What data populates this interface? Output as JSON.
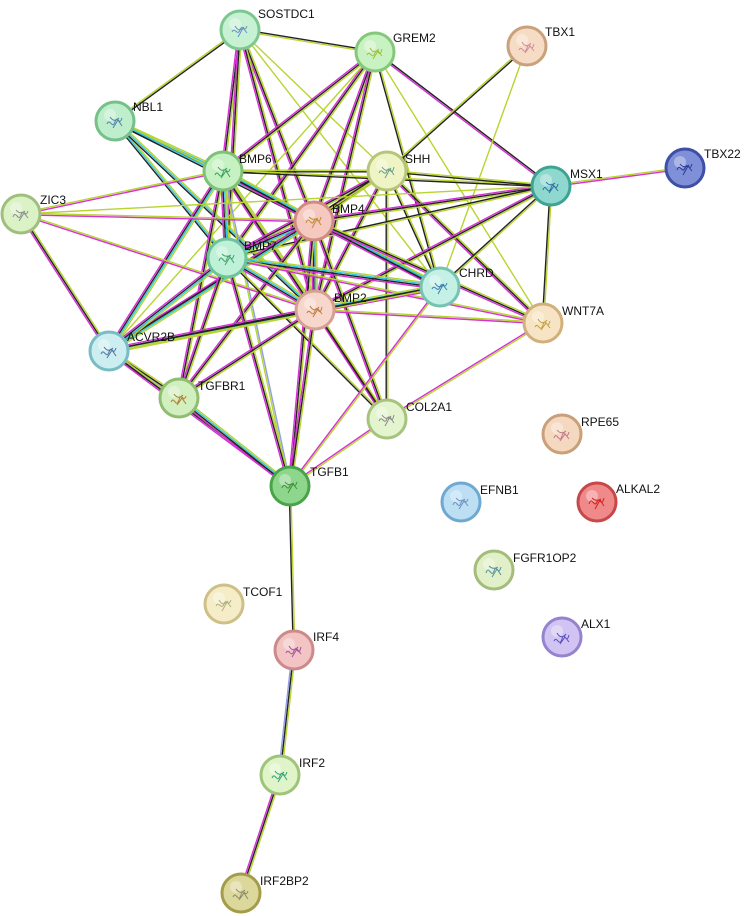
{
  "nodes": [
    {
      "id": "SOSTDC1",
      "label": "SOSTDC1",
      "fill": "#c6f1d3",
      "stroke": "#7cc890",
      "glyph": "#6a8fc9"
    },
    {
      "id": "GREM2",
      "label": "GREM2",
      "fill": "#c9f2c2",
      "stroke": "#84c97a",
      "glyph": "#9fbf3a"
    },
    {
      "id": "TBX1",
      "label": "TBX1",
      "fill": "#f6dcc4",
      "stroke": "#caa17d",
      "glyph": "#d08aa0"
    },
    {
      "id": "NBL1",
      "label": "NBL1",
      "fill": "#bfeecd",
      "stroke": "#76c08a",
      "glyph": "#4f7fb0"
    },
    {
      "id": "BMP6",
      "label": "BMP6",
      "fill": "#c6f1c2",
      "stroke": "#7fc277",
      "glyph": "#3f9f5f"
    },
    {
      "id": "SHH",
      "label": "SHH",
      "fill": "#eef4c4",
      "stroke": "#b7c47a",
      "glyph": "#6aa08a"
    },
    {
      "id": "MSX1",
      "label": "MSX1",
      "fill": "#8fd8cf",
      "stroke": "#3fa393",
      "glyph": "#2e6fa0"
    },
    {
      "id": "TBX22",
      "label": "TBX22",
      "fill": "#7f8fd8",
      "stroke": "#3d4fa6",
      "glyph": "#2a3a90"
    },
    {
      "id": "ZIC3",
      "label": "ZIC3",
      "fill": "#dbf1c6",
      "stroke": "#9fc07d",
      "glyph": "#8a8a8a"
    },
    {
      "id": "BMP4",
      "label": "BMP4",
      "fill": "#f6c9c0",
      "stroke": "#d08c80",
      "glyph": "#c08a30"
    },
    {
      "id": "BMP7",
      "label": "BMP7",
      "fill": "#bff0d8",
      "stroke": "#6dc39a",
      "glyph": "#3f9f6a"
    },
    {
      "id": "CHRD",
      "label": "CHRD",
      "fill": "#c4f0e6",
      "stroke": "#74c4b0",
      "glyph": "#3f7fb0"
    },
    {
      "id": "BMP2",
      "label": "BMP2",
      "fill": "#f7d6cc",
      "stroke": "#d5a092",
      "glyph": "#c07a40"
    },
    {
      "id": "WNT7A",
      "label": "WNT7A",
      "fill": "#f7e4c4",
      "stroke": "#d1b07c",
      "glyph": "#c0a040"
    },
    {
      "id": "ACVR2B",
      "label": "ACVR2B",
      "fill": "#cdeef0",
      "stroke": "#78bcc4",
      "glyph": "#4f6fa0"
    },
    {
      "id": "TGFBR1",
      "label": "TGFBR1",
      "fill": "#d2efbf",
      "stroke": "#8fbd72",
      "glyph": "#b07a30"
    },
    {
      "id": "COL2A1",
      "label": "COL2A1",
      "fill": "#e3f4cf",
      "stroke": "#a6c47e",
      "glyph": "#8a8a8a"
    },
    {
      "id": "RPE65",
      "label": "RPE65",
      "fill": "#f5d8c0",
      "stroke": "#c9a07a",
      "glyph": "#c07a8a"
    },
    {
      "id": "TGFB1",
      "label": "TGFB1",
      "fill": "#8ed68b",
      "stroke": "#4aa34a",
      "glyph": "#3f8f3f"
    },
    {
      "id": "EFNB1",
      "label": "EFNB1",
      "fill": "#bcdff4",
      "stroke": "#6fa9d1",
      "glyph": "#6f8fc0"
    },
    {
      "id": "ALKAL2",
      "label": "ALKAL2",
      "fill": "#f08a8a",
      "stroke": "#c64848",
      "glyph": "#d02020"
    },
    {
      "id": "FGFR1OP2",
      "label": "FGFR1OP2",
      "fill": "#e1f0c8",
      "stroke": "#a5bd7a",
      "glyph": "#4f8fa0"
    },
    {
      "id": "TCOF1",
      "label": "TCOF1",
      "fill": "#f5edc8",
      "stroke": "#cfc087",
      "glyph": "#b0b080"
    },
    {
      "id": "IRF4",
      "label": "IRF4",
      "fill": "#f3c4c4",
      "stroke": "#cc8a8a",
      "glyph": "#a050a0"
    },
    {
      "id": "ALX1",
      "label": "ALX1",
      "fill": "#d2c4f2",
      "stroke": "#9583cf",
      "glyph": "#5a4fc0"
    },
    {
      "id": "IRF2",
      "label": "IRF2",
      "fill": "#dff4c8",
      "stroke": "#9fc47a",
      "glyph": "#2f9f7a"
    },
    {
      "id": "IRF2BP2",
      "label": "IRF2BP2",
      "fill": "#dcd79a",
      "stroke": "#a39d4a",
      "glyph": "#8a8a6a"
    }
  ],
  "edges": [
    {
      "a": "SOSTDC1",
      "b": "NBL1",
      "colors": [
        "#222222",
        "#b8d430"
      ]
    },
    {
      "a": "SOSTDC1",
      "b": "GREM2",
      "colors": [
        "#222222",
        "#b8d430"
      ]
    },
    {
      "a": "SOSTDC1",
      "b": "BMP6",
      "colors": [
        "#b8d430",
        "#222222",
        "#d531d5"
      ]
    },
    {
      "a": "SOSTDC1",
      "b": "BMP4",
      "colors": [
        "#b8d430",
        "#222222",
        "#d531d5"
      ]
    },
    {
      "a": "SOSTDC1",
      "b": "BMP7",
      "colors": [
        "#b8d430",
        "#222222",
        "#d531d5"
      ]
    },
    {
      "a": "SOSTDC1",
      "b": "BMP2",
      "colors": [
        "#b8d430",
        "#222222",
        "#d531d5"
      ]
    },
    {
      "a": "SOSTDC1",
      "b": "SHH",
      "colors": [
        "#b8d430"
      ]
    },
    {
      "a": "SOSTDC1",
      "b": "CHRD",
      "colors": [
        "#b8d430"
      ]
    },
    {
      "a": "GREM2",
      "b": "BMP6",
      "colors": [
        "#b8d430",
        "#222222",
        "#d531d5"
      ]
    },
    {
      "a": "GREM2",
      "b": "BMP4",
      "colors": [
        "#b8d430",
        "#222222",
        "#d531d5"
      ]
    },
    {
      "a": "GREM2",
      "b": "BMP7",
      "colors": [
        "#b8d430",
        "#222222",
        "#d531d5"
      ]
    },
    {
      "a": "GREM2",
      "b": "BMP2",
      "colors": [
        "#b8d430",
        "#222222",
        "#d531d5"
      ]
    },
    {
      "a": "GREM2",
      "b": "MSX1",
      "colors": [
        "#222222",
        "#d531d5"
      ]
    },
    {
      "a": "GREM2",
      "b": "CHRD",
      "colors": [
        "#b8d430",
        "#222222"
      ]
    },
    {
      "a": "GREM2",
      "b": "ACVR2B",
      "colors": [
        "#b8d430"
      ]
    },
    {
      "a": "GREM2",
      "b": "WNT7A",
      "colors": [
        "#b8d430"
      ]
    },
    {
      "a": "TBX1",
      "b": "SHH",
      "colors": [
        "#222222",
        "#b8d430"
      ]
    },
    {
      "a": "TBX1",
      "b": "CHRD",
      "colors": [
        "#b8d430"
      ]
    },
    {
      "a": "NBL1",
      "b": "BMP6",
      "colors": [
        "#b8d430",
        "#31c8e0",
        "#222222"
      ]
    },
    {
      "a": "NBL1",
      "b": "BMP4",
      "colors": [
        "#b8d430",
        "#31c8e0",
        "#222222"
      ]
    },
    {
      "a": "NBL1",
      "b": "BMP7",
      "colors": [
        "#b8d430",
        "#31c8e0",
        "#222222"
      ]
    },
    {
      "a": "NBL1",
      "b": "BMP2",
      "colors": [
        "#b8d430",
        "#31c8e0",
        "#222222"
      ]
    },
    {
      "a": "BMP6",
      "b": "SHH",
      "colors": [
        "#b8d430",
        "#222222"
      ]
    },
    {
      "a": "BMP6",
      "b": "MSX1",
      "colors": [
        "#b8d430",
        "#222222"
      ]
    },
    {
      "a": "BMP6",
      "b": "BMP4",
      "colors": [
        "#b8d430",
        "#31c8e0",
        "#222222",
        "#d531d5"
      ]
    },
    {
      "a": "BMP6",
      "b": "BMP7",
      "colors": [
        "#b8d430",
        "#31c8e0",
        "#222222",
        "#d531d5"
      ]
    },
    {
      "a": "BMP6",
      "b": "BMP2",
      "colors": [
        "#b8d430",
        "#31c8e0",
        "#222222",
        "#d531d5"
      ]
    },
    {
      "a": "BMP6",
      "b": "CHRD",
      "colors": [
        "#b8d430",
        "#31c8e0",
        "#222222"
      ]
    },
    {
      "a": "BMP6",
      "b": "ACVR2B",
      "colors": [
        "#b8d430",
        "#31c8e0",
        "#222222",
        "#d531d5"
      ]
    },
    {
      "a": "BMP6",
      "b": "TGFBR1",
      "colors": [
        "#b8d430",
        "#222222",
        "#d531d5"
      ]
    },
    {
      "a": "BMP6",
      "b": "COL2A1",
      "colors": [
        "#b8d430",
        "#222222"
      ]
    },
    {
      "a": "BMP6",
      "b": "TGFB1",
      "colors": [
        "#8f9ee8",
        "#b8d430"
      ]
    },
    {
      "a": "SHH",
      "b": "MSX1",
      "colors": [
        "#b8d430",
        "#222222"
      ]
    },
    {
      "a": "SHH",
      "b": "BMP4",
      "colors": [
        "#b8d430",
        "#222222",
        "#d531d5"
      ]
    },
    {
      "a": "SHH",
      "b": "BMP7",
      "colors": [
        "#b8d430",
        "#222222",
        "#d531d5"
      ]
    },
    {
      "a": "SHH",
      "b": "BMP2",
      "colors": [
        "#b8d430",
        "#222222",
        "#d531d5"
      ]
    },
    {
      "a": "SHH",
      "b": "CHRD",
      "colors": [
        "#b8d430",
        "#222222"
      ]
    },
    {
      "a": "SHH",
      "b": "WNT7A",
      "colors": [
        "#b8d430",
        "#222222",
        "#d531d5"
      ]
    },
    {
      "a": "SHH",
      "b": "ACVR2B",
      "colors": [
        "#b8d430",
        "#222222"
      ]
    },
    {
      "a": "SHH",
      "b": "COL2A1",
      "colors": [
        "#b8d430",
        "#222222"
      ]
    },
    {
      "a": "MSX1",
      "b": "TBX22",
      "colors": [
        "#b8d430",
        "#d531d5"
      ]
    },
    {
      "a": "MSX1",
      "b": "BMP4",
      "colors": [
        "#b8d430",
        "#222222",
        "#d531d5"
      ]
    },
    {
      "a": "MSX1",
      "b": "BMP7",
      "colors": [
        "#b8d430",
        "#222222"
      ]
    },
    {
      "a": "MSX1",
      "b": "BMP2",
      "colors": [
        "#b8d430",
        "#222222",
        "#d531d5"
      ]
    },
    {
      "a": "MSX1",
      "b": "CHRD",
      "colors": [
        "#b8d430",
        "#222222"
      ]
    },
    {
      "a": "MSX1",
      "b": "WNT7A",
      "colors": [
        "#b8d430",
        "#222222"
      ]
    },
    {
      "a": "MSX1",
      "b": "ZIC3",
      "colors": [
        "#b8d430"
      ]
    },
    {
      "a": "ZIC3",
      "b": "BMP6",
      "colors": [
        "#b8d430",
        "#d531d5"
      ]
    },
    {
      "a": "ZIC3",
      "b": "BMP4",
      "colors": [
        "#b8d430",
        "#d531d5"
      ]
    },
    {
      "a": "ZIC3",
      "b": "ACVR2B",
      "colors": [
        "#b8d430",
        "#222222",
        "#d531d5"
      ]
    },
    {
      "a": "ZIC3",
      "b": "BMP2",
      "colors": [
        "#b8d430",
        "#d531d5"
      ]
    },
    {
      "a": "BMP4",
      "b": "BMP7",
      "colors": [
        "#b8d430",
        "#31c8e0",
        "#222222",
        "#d531d5"
      ]
    },
    {
      "a": "BMP4",
      "b": "BMP2",
      "colors": [
        "#b8d430",
        "#31c8e0",
        "#222222",
        "#d531d5"
      ]
    },
    {
      "a": "BMP4",
      "b": "CHRD",
      "colors": [
        "#b8d430",
        "#31c8e0",
        "#222222",
        "#d531d5"
      ]
    },
    {
      "a": "BMP4",
      "b": "WNT7A",
      "colors": [
        "#b8d430",
        "#222222",
        "#d531d5"
      ]
    },
    {
      "a": "BMP4",
      "b": "ACVR2B",
      "colors": [
        "#b8d430",
        "#31c8e0",
        "#222222",
        "#d531d5"
      ]
    },
    {
      "a": "BMP4",
      "b": "TGFBR1",
      "colors": [
        "#b8d430",
        "#222222",
        "#d531d5"
      ]
    },
    {
      "a": "BMP4",
      "b": "COL2A1",
      "colors": [
        "#b8d430",
        "#222222",
        "#d531d5"
      ]
    },
    {
      "a": "BMP4",
      "b": "TGFB1",
      "colors": [
        "#b8d430",
        "#222222",
        "#d531d5"
      ]
    },
    {
      "a": "BMP7",
      "b": "BMP2",
      "colors": [
        "#b8d430",
        "#31c8e0",
        "#222222",
        "#d531d5"
      ]
    },
    {
      "a": "BMP7",
      "b": "CHRD",
      "colors": [
        "#b8d430",
        "#31c8e0",
        "#222222",
        "#d531d5"
      ]
    },
    {
      "a": "BMP7",
      "b": "ACVR2B",
      "colors": [
        "#b8d430",
        "#31c8e0",
        "#222222",
        "#d531d5"
      ]
    },
    {
      "a": "BMP7",
      "b": "TGFBR1",
      "colors": [
        "#b8d430",
        "#222222",
        "#d531d5"
      ]
    },
    {
      "a": "BMP7",
      "b": "COL2A1",
      "colors": [
        "#b8d430",
        "#222222"
      ]
    },
    {
      "a": "BMP7",
      "b": "TGFB1",
      "colors": [
        "#b8d430",
        "#222222",
        "#d531d5"
      ]
    },
    {
      "a": "BMP7",
      "b": "WNT7A",
      "colors": [
        "#b8d430",
        "#d531d5"
      ]
    },
    {
      "a": "BMP2",
      "b": "CHRD",
      "colors": [
        "#b8d430",
        "#31c8e0",
        "#222222",
        "#d531d5"
      ]
    },
    {
      "a": "BMP2",
      "b": "WNT7A",
      "colors": [
        "#b8d430",
        "#d531d5"
      ]
    },
    {
      "a": "BMP2",
      "b": "ACVR2B",
      "colors": [
        "#b8d430",
        "#31c8e0",
        "#222222",
        "#d531d5"
      ]
    },
    {
      "a": "BMP2",
      "b": "TGFBR1",
      "colors": [
        "#b8d430",
        "#222222",
        "#d531d5"
      ]
    },
    {
      "a": "BMP2",
      "b": "COL2A1",
      "colors": [
        "#b8d430",
        "#222222",
        "#d531d5"
      ]
    },
    {
      "a": "BMP2",
      "b": "TGFB1",
      "colors": [
        "#b8d430",
        "#222222",
        "#d531d5"
      ]
    },
    {
      "a": "CHRD",
      "b": "TGFB1",
      "colors": [
        "#b8d430",
        "#d531d5"
      ]
    },
    {
      "a": "CHRD",
      "b": "ACVR2B",
      "colors": [
        "#b8d430",
        "#222222"
      ]
    },
    {
      "a": "WNT7A",
      "b": "COL2A1",
      "colors": [
        "#b8d430",
        "#d531d5"
      ]
    },
    {
      "a": "ACVR2B",
      "b": "TGFBR1",
      "colors": [
        "#b8d430",
        "#222222",
        "#8f9ee8",
        "#d531d5"
      ]
    },
    {
      "a": "ACVR2B",
      "b": "TGFB1",
      "colors": [
        "#b8d430",
        "#222222",
        "#d531d5"
      ]
    },
    {
      "a": "TGFBR1",
      "b": "TGFB1",
      "colors": [
        "#b8d430",
        "#31c8e0",
        "#222222",
        "#d531d5"
      ]
    },
    {
      "a": "COL2A1",
      "b": "TGFB1",
      "colors": [
        "#b8d430",
        "#d531d5"
      ]
    },
    {
      "a": "TGFB1",
      "b": "IRF4",
      "colors": [
        "#b8d430",
        "#222222"
      ]
    },
    {
      "a": "IRF4",
      "b": "IRF2",
      "colors": [
        "#b8d430",
        "#222222",
        "#8f9ee8"
      ]
    },
    {
      "a": "IRF2",
      "b": "IRF2BP2",
      "colors": [
        "#b8d430",
        "#222222",
        "#d531d5"
      ]
    }
  ]
}
